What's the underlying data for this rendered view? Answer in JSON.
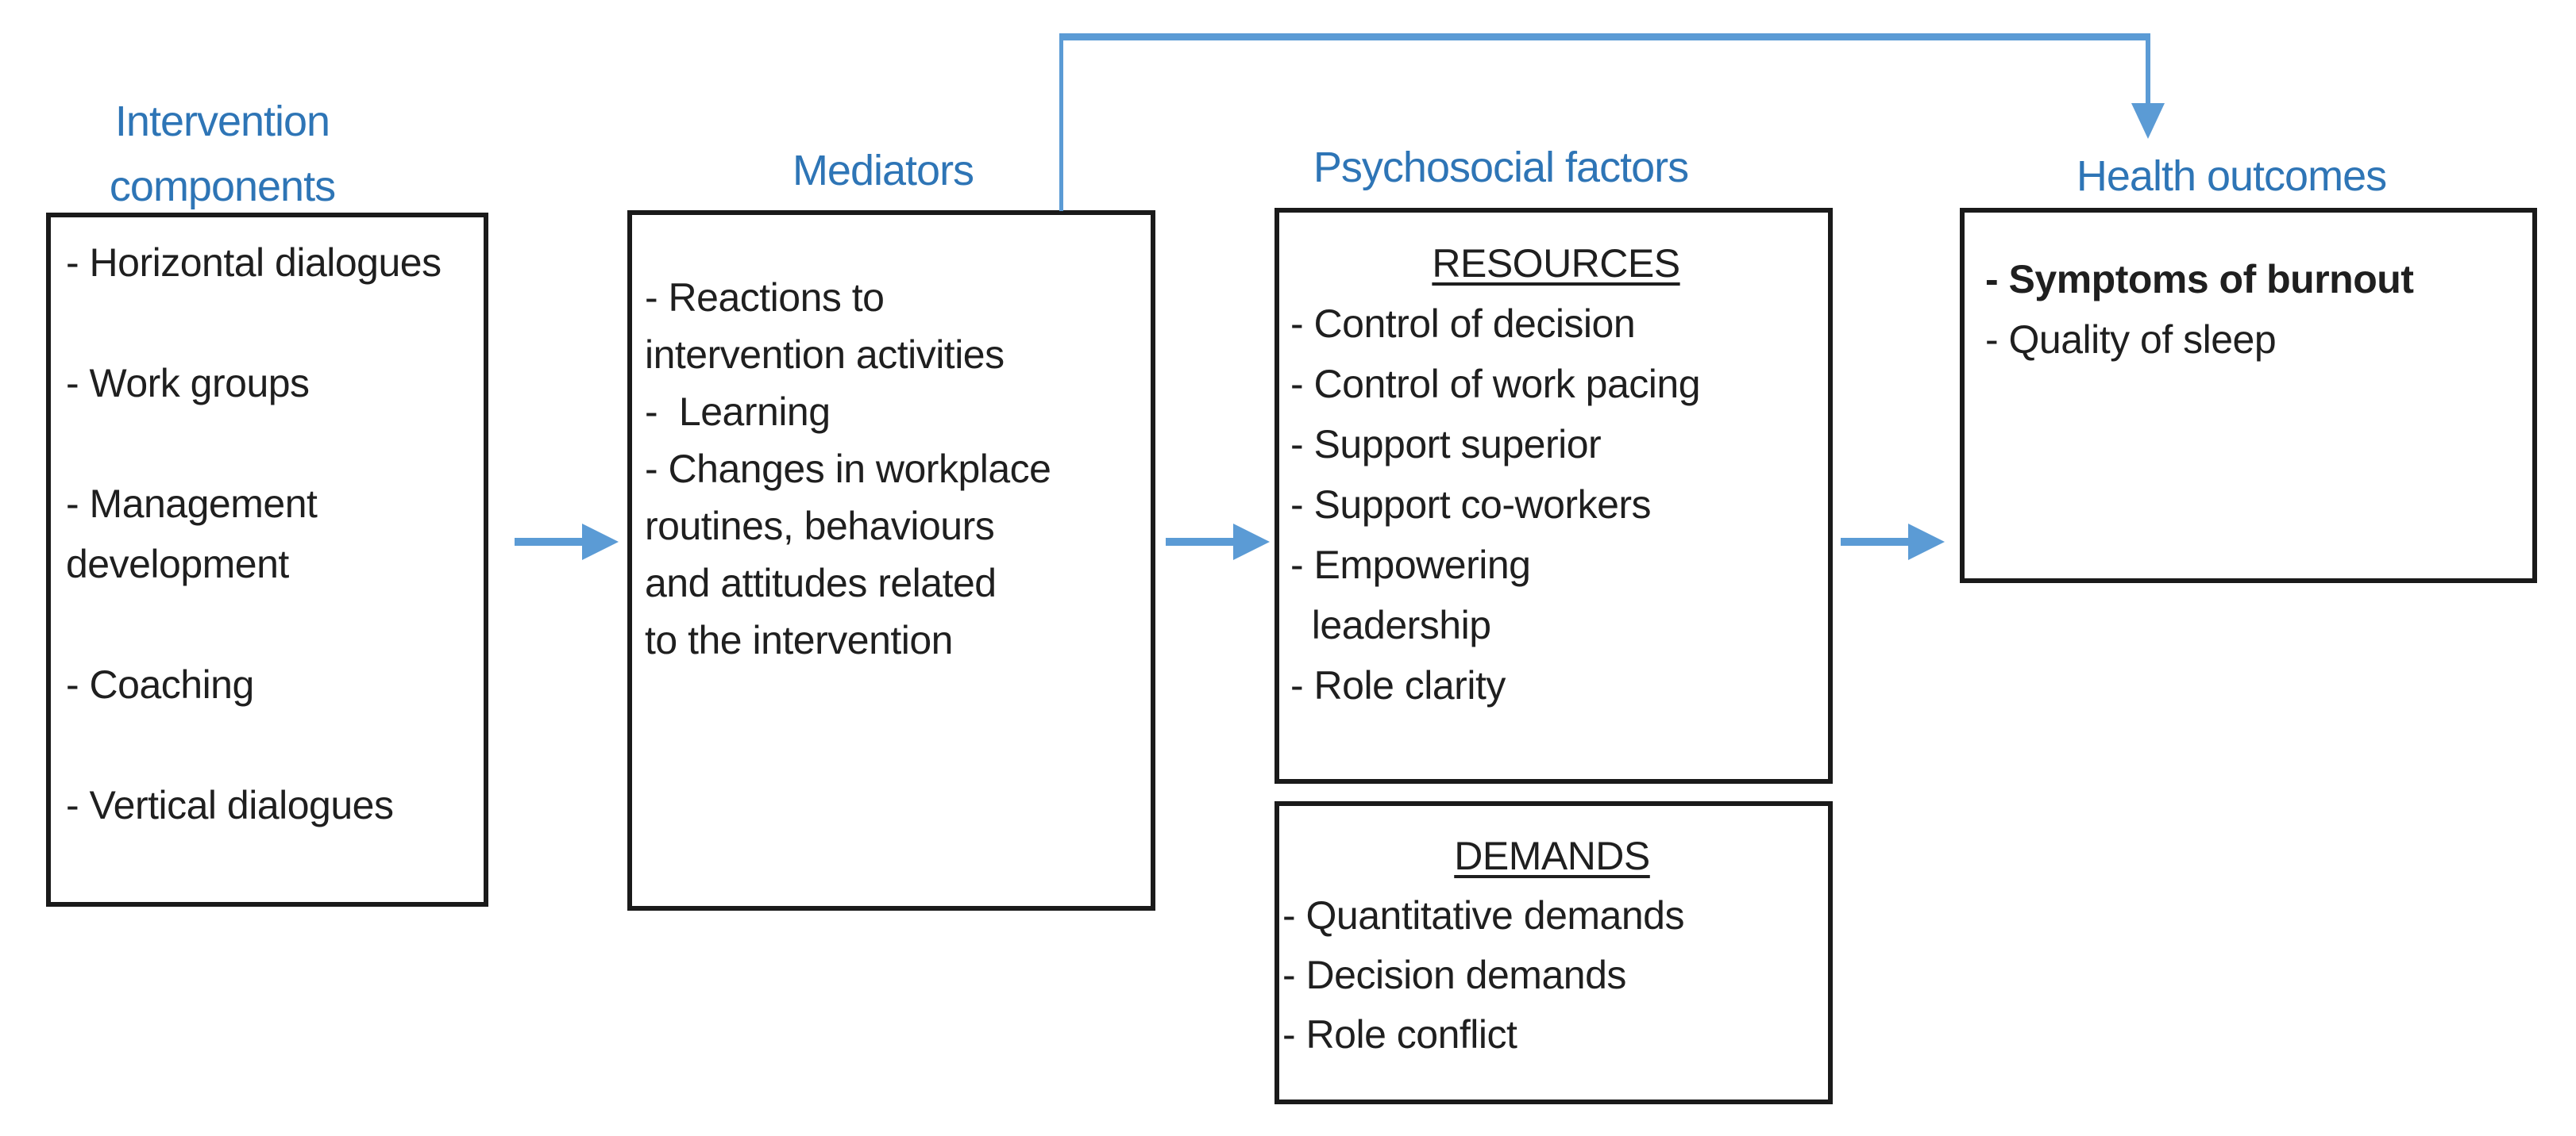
{
  "colors": {
    "title_blue": "#2e75b6",
    "arrow_blue": "#5b9bd5",
    "text": "#1f1f1f",
    "box_border": "#1a1a1a"
  },
  "titles": {
    "intervention": "Intervention\ncomponents",
    "mediators": "Mediators",
    "psychosocial": "Psychosocial factors",
    "health": "Health outcomes"
  },
  "boxes": {
    "intervention": {
      "items": [
        "- Horizontal dialogues",
        "- Work groups",
        "- Management\ndevelopment",
        "- Coaching",
        "- Vertical dialogues"
      ]
    },
    "mediators": {
      "items": [
        "- Reactions to\nintervention activities",
        "-  Learning",
        "- Changes in workplace\nroutines, behaviours\nand attitudes related\nto the intervention"
      ]
    },
    "resources": {
      "header": "RESOURCES",
      "items": [
        "- Control of decision",
        "- Control of work pacing",
        "- Support superior",
        "- Support co-workers",
        "- Empowering\n  leadership",
        "- Role clarity"
      ]
    },
    "demands": {
      "header": "DEMANDS",
      "items": [
        "- Quantitative demands",
        "- Decision demands",
        "- Role conflict"
      ]
    },
    "health": {
      "items": [
        {
          "text": "- Symptoms of burnout",
          "bold": true
        },
        {
          "text": "- Quality of sleep",
          "bold": false
        }
      ]
    }
  }
}
